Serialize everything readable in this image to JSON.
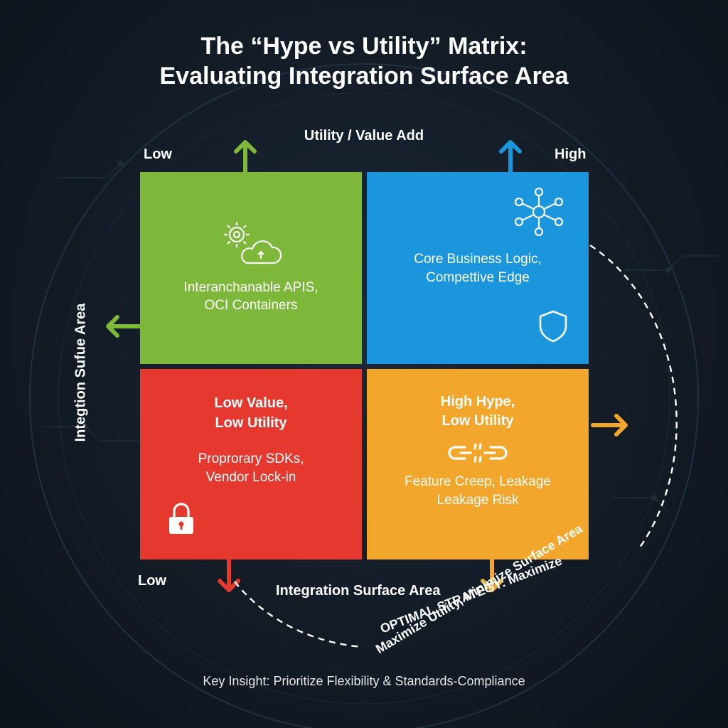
{
  "title": {
    "line1": "The “Hype vs Utility” Matrix:",
    "line2": "Evaluating Integration Surface Area"
  },
  "axes": {
    "top_label": "Utility / Value Add",
    "bottom_label": "Integration Surface Area",
    "left_label": "Integtion Sufue Area",
    "low_top": "Low",
    "high_top": "High",
    "low_bottom": "Low"
  },
  "quadrants": {
    "top_left": {
      "line1": "Interanchanable APIS,",
      "line2": "OCI Containers",
      "color": "#7db83a",
      "icon": "gear-cloud-icon"
    },
    "top_right": {
      "line1": "Core Business Logic,",
      "line2": "Compettive Edge",
      "color": "#1b96dc",
      "icon": "network-hub-icon",
      "icon2": "shield-icon"
    },
    "bottom_left": {
      "heading1": "Low Value,",
      "heading2": "Low Utility",
      "line1": "Proprorary SDKs,",
      "line2": "Vendor Lock-in",
      "color": "#e5392f",
      "icon": "padlock-icon"
    },
    "bottom_right": {
      "heading1": "High Hype,",
      "heading2": "Low Utility",
      "line1": "Feature Creep, Leakage",
      "line2": "Leakage Risk",
      "color": "#f2a62c",
      "icon": "broken-chain-icon"
    }
  },
  "strategy": {
    "line1": "OPTIMAL STRATEGY: Maximize",
    "line2": "Maximize Utility, Minimize Surface Area"
  },
  "footer": "Key Insight: Prioritize Flexibility & Standards-Compliance"
}
